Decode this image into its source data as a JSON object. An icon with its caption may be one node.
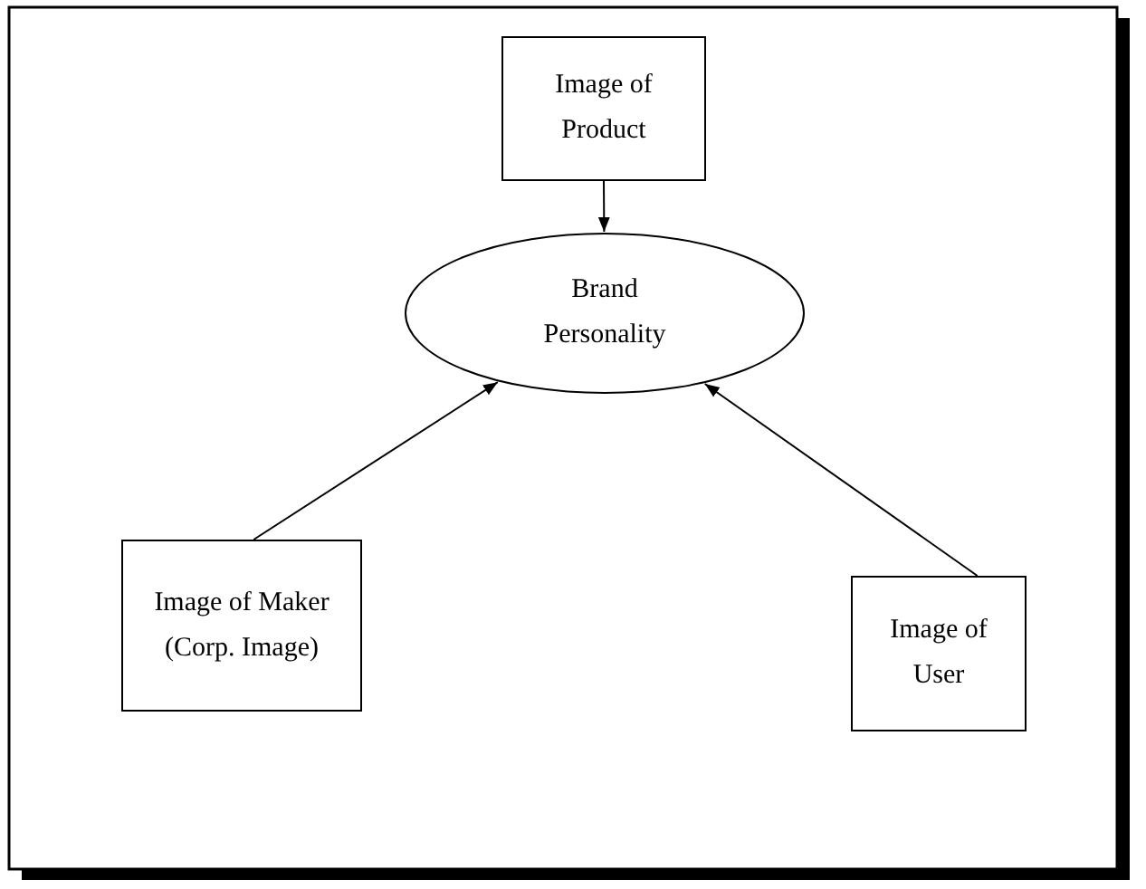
{
  "diagram": {
    "nodes": [
      {
        "text": [
          "Image of Product"
        ]
      },
      {
        "text": [
          "Brand Personality"
        ]
      },
      {
        "text": [
          "Image of Maker (Corp. Image)"
        ]
      },
      {
        "text": [
          "Image of User"
        ]
      }
    ],
    "edges": [
      {
        "from": 0,
        "to": 1,
        "arrow": "to"
      },
      {
        "from": 2,
        "to": 1,
        "arrow": "to"
      },
      {
        "from": 3,
        "to": 1,
        "arrow": "to"
      }
    ]
  }
}
